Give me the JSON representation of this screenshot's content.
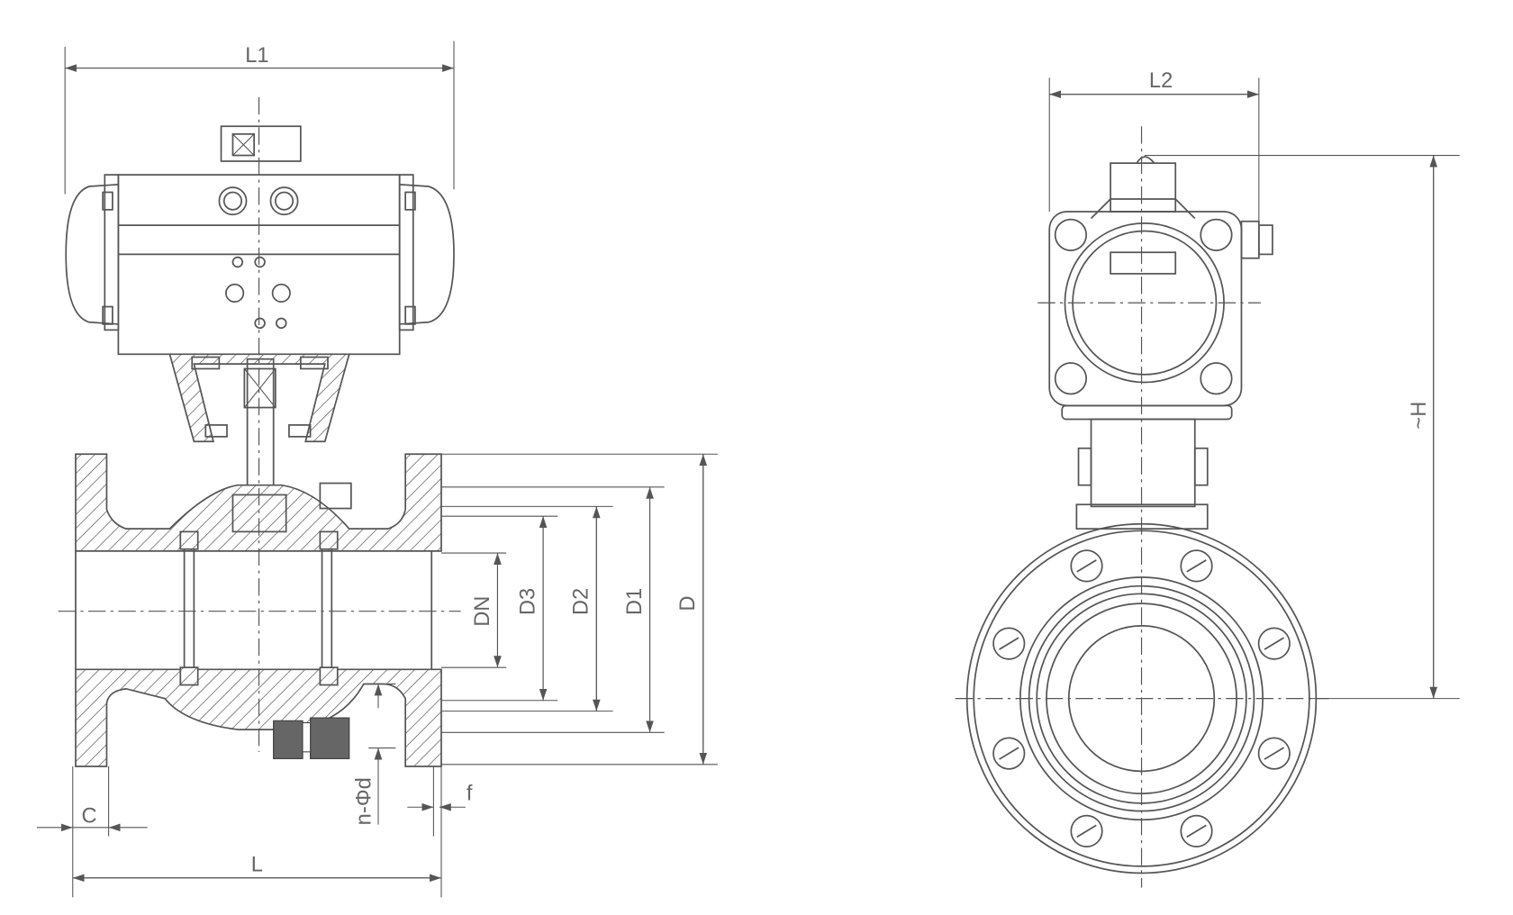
{
  "drawing": {
    "front_view": {
      "labels": {
        "L1": "L1",
        "DN": "DN",
        "D3": "D3",
        "D2": "D2",
        "D1": "D1",
        "D": "D",
        "C": "C",
        "f": "f",
        "L": "L",
        "n_phi_d": "n-Φd"
      }
    },
    "side_view": {
      "labels": {
        "L2": "L2",
        "H": "~H"
      }
    },
    "colors": {
      "line": "#555555",
      "background": "#ffffff"
    }
  }
}
